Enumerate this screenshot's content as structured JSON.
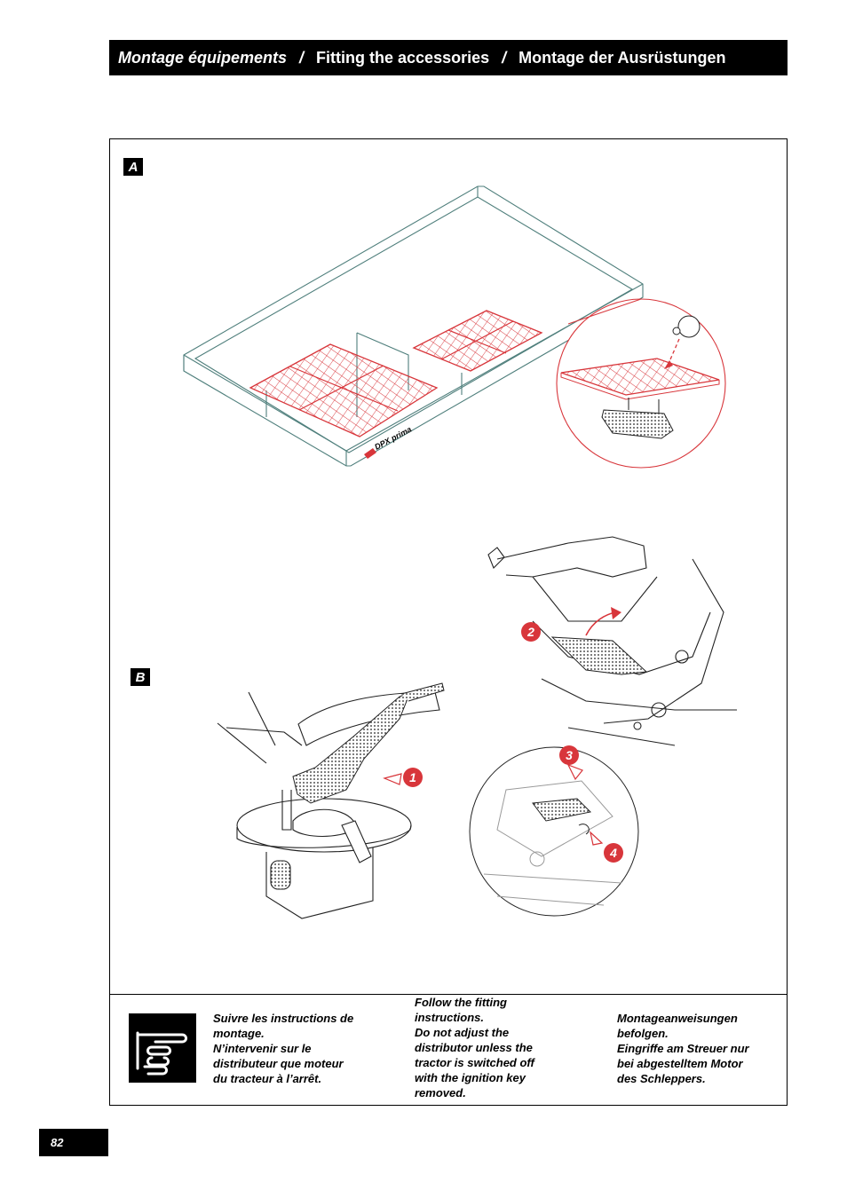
{
  "header": {
    "part_fr": "Montage équipements",
    "separator": "/",
    "part_en": "Fitting the accessories",
    "part_de": "Montage der Ausrüstungen"
  },
  "figures": {
    "label_a": "A",
    "label_b": "B",
    "brand": "DPX prima",
    "steps": [
      "1",
      "2",
      "3",
      "4"
    ]
  },
  "notes": {
    "fr": [
      "Suivre les instructions de",
      "montage.",
      "N’intervenir sur le",
      "distributeur que moteur",
      "du tracteur à l’arrêt."
    ],
    "en": [
      "Follow the fitting",
      "instructions.",
      "Do not adjust the",
      "distributor unless the",
      "tractor is switched off",
      "with the ignition key",
      "removed."
    ],
    "de": [
      "Montageanweisungen",
      "befolgen.",
      "Eingriffe am Streuer nur",
      "bei abgestelltem Motor",
      "des Schleppers."
    ]
  },
  "page_number": "82",
  "colors": {
    "accent": "#d8363b",
    "line": "#4f7f7c"
  }
}
